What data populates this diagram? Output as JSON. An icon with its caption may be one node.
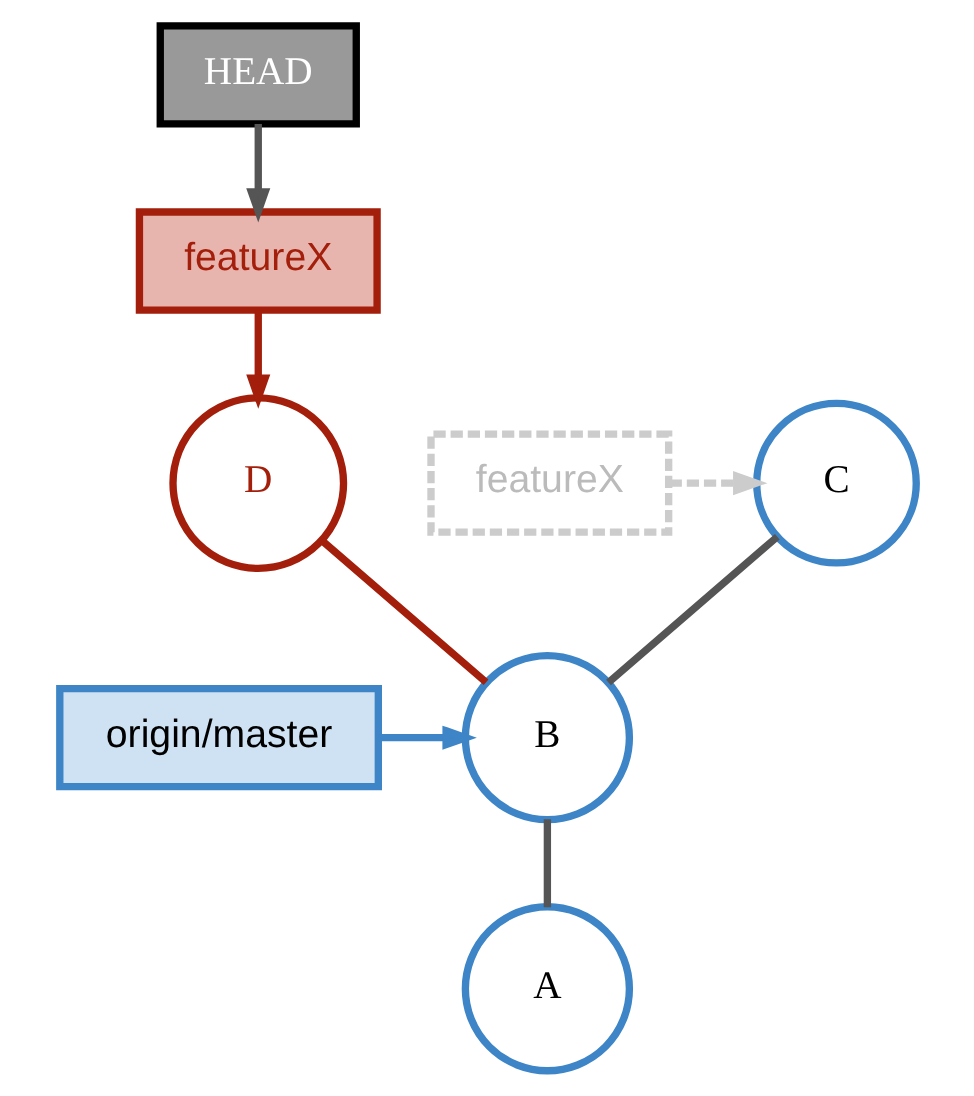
{
  "diagram": {
    "nodes": [
      {
        "text": [
          "HEAD"
        ]
      },
      {
        "text": [
          "featureX"
        ]
      },
      {
        "text": [
          "featureX"
        ]
      },
      {
        "text": [
          "C"
        ]
      },
      {
        "text": [
          "D"
        ]
      },
      {
        "text": [
          "B"
        ]
      },
      {
        "text": [
          "origin/master"
        ]
      },
      {
        "text": [
          "A"
        ]
      }
    ],
    "edges": [
      {
        "from": 0,
        "to": 1,
        "arrow": "to"
      },
      {
        "from": 1,
        "to": 4,
        "arrow": "to",
        "color": "#a31f0b"
      },
      {
        "from": 2,
        "to": 3,
        "arrow": "to",
        "style": "dashed",
        "color": "#cccccc"
      },
      {
        "from": 3,
        "to": 5,
        "arrow": "none"
      },
      {
        "from": 4,
        "to": 5,
        "arrow": "none",
        "color": "#a31f0b"
      },
      {
        "from": 6,
        "to": 5,
        "arrow": "to",
        "color": "#3d85c6"
      },
      {
        "from": 5,
        "to": 7,
        "arrow": "none"
      }
    ]
  }
}
